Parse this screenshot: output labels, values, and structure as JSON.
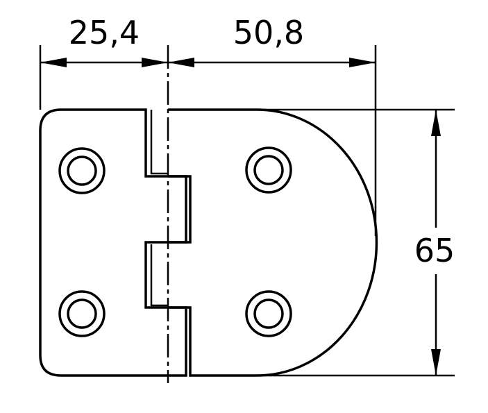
{
  "dimensions": {
    "left_width": "25,4",
    "right_width": "50,8",
    "height": "65"
  },
  "colors": {
    "line": "#000000",
    "background": "#ffffff"
  }
}
